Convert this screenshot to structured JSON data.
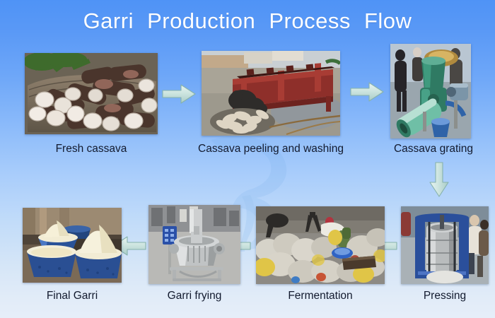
{
  "slide": {
    "title": "Garri  Production  Process  Flow",
    "background_top_color": "#4f93f6",
    "background_bottom_color": "#e6eef9",
    "caption_color": "#121a2e",
    "title_color": "#ffffff",
    "arrow_color": "#cfe6e1",
    "watermark_color": "#7fb2e8"
  },
  "steps": [
    {
      "id": "fresh-cassava",
      "label": "Fresh cassava",
      "order": 1,
      "row": 1
    },
    {
      "id": "peeling-washing",
      "label": "Cassava peeling and washing",
      "order": 2,
      "row": 1
    },
    {
      "id": "grating",
      "label": "Cassava grating",
      "order": 3,
      "row": 1
    },
    {
      "id": "pressing",
      "label": "Pressing",
      "order": 4,
      "row": 2
    },
    {
      "id": "fermentation",
      "label": "Fermentation",
      "order": 5,
      "row": 2
    },
    {
      "id": "frying",
      "label": "Garri frying",
      "order": 6,
      "row": 2
    },
    {
      "id": "final-garri",
      "label": "Final Garri",
      "order": 7,
      "row": 2
    }
  ],
  "arrows": [
    {
      "id": "arrow-1",
      "direction": "right",
      "from": "fresh-cassava",
      "to": "peeling-washing"
    },
    {
      "id": "arrow-2",
      "direction": "right",
      "from": "peeling-washing",
      "to": "grating"
    },
    {
      "id": "arrow-3",
      "direction": "down",
      "from": "grating",
      "to": "pressing"
    },
    {
      "id": "arrow-4",
      "direction": "left",
      "from": "pressing",
      "to": "fermentation"
    },
    {
      "id": "arrow-5",
      "direction": "left",
      "from": "fermentation",
      "to": "frying"
    },
    {
      "id": "arrow-6",
      "direction": "left",
      "from": "frying",
      "to": "final-garri"
    }
  ]
}
